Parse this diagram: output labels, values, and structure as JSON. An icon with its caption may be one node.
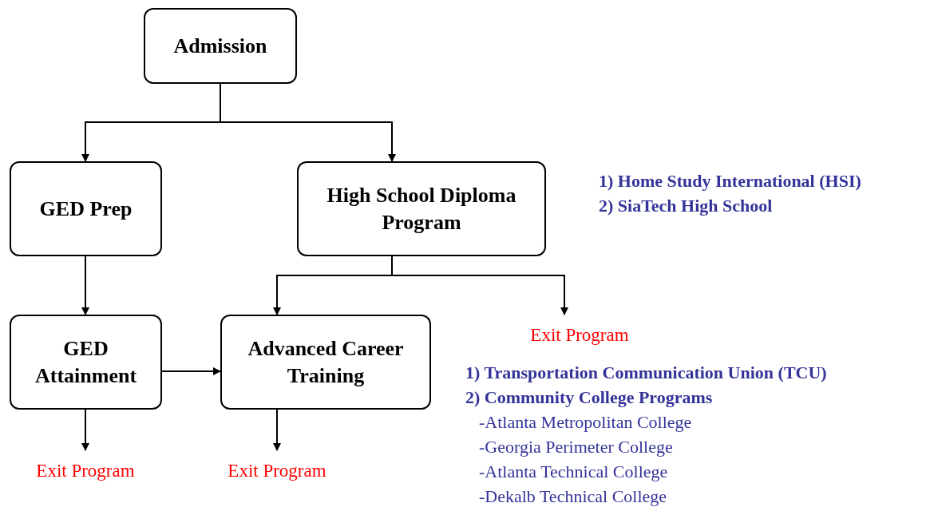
{
  "diagram": {
    "nodes": [
      {
        "text": [
          "Admission"
        ]
      },
      {
        "text": [
          "GED Prep"
        ]
      },
      {
        "text": [
          "High School Diploma Program"
        ]
      },
      {
        "text": [
          "Exit Program"
        ]
      },
      {
        "text": [
          "GED Attainment"
        ]
      },
      {
        "text": [
          "Advanced Career Training"
        ]
      },
      {
        "text": [
          "Exit Program"
        ]
      },
      {
        "text": [
          "Exit Program"
        ]
      }
    ],
    "edges": [
      {
        "from": 0,
        "to": 1,
        "arrow": "to"
      },
      {
        "from": 0,
        "to": 2,
        "arrow": "to"
      },
      {
        "from": 1,
        "to": 4,
        "arrow": "to"
      },
      {
        "from": 2,
        "to": 5,
        "arrow": "to"
      },
      {
        "from": 2,
        "to": 3,
        "arrow": "to"
      },
      {
        "from": 4,
        "to": 5,
        "arrow": "to"
      },
      {
        "from": 4,
        "to": 6,
        "arrow": "to"
      },
      {
        "from": 5,
        "to": 7,
        "arrow": "to"
      }
    ],
    "labels": [
      "1) Home Study International (HSI)",
      "2) SiaTech High School",
      "1) Transportation Communication Union (TCU)",
      "2) Community College Programs",
      "-Atlanta Metropolitan College",
      "-Georgia Perimeter College",
      "-Atlanta Technical College",
      "-Dekalb Technical College"
    ]
  }
}
